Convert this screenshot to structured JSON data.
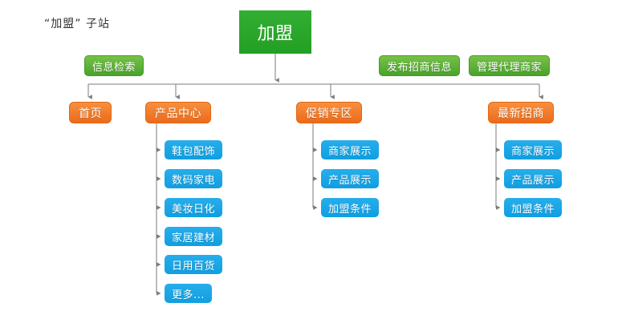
{
  "page": {
    "title": "“加盟” 子站",
    "background_color": "#ffffff"
  },
  "colors": {
    "root_green": "#2ca72c",
    "label_green": "#5fb238",
    "node_orange": "#f07a28",
    "leaf_blue": "#1aa5e5",
    "connector_gray": "#808080",
    "title_text": "#333333"
  },
  "diagram": {
    "type": "tree",
    "root": {
      "label": "加盟",
      "shape": "rectangle",
      "color": "#2ca72c"
    },
    "side_labels": [
      {
        "label": "信息检索",
        "color": "#5fb238"
      },
      {
        "label": "发布招商信息",
        "color": "#5fb238"
      },
      {
        "label": "管理代理商家",
        "color": "#5fb238"
      }
    ],
    "branches": [
      {
        "label": "首页",
        "color": "#f07a28",
        "children": []
      },
      {
        "label": "产品中心",
        "color": "#f07a28",
        "children": [
          {
            "label": "鞋包配饰",
            "color": "#1aa5e5"
          },
          {
            "label": "数码家电",
            "color": "#1aa5e5"
          },
          {
            "label": "美妆日化",
            "color": "#1aa5e5"
          },
          {
            "label": "家居建材",
            "color": "#1aa5e5"
          },
          {
            "label": "日用百货",
            "color": "#1aa5e5"
          },
          {
            "label": "更多...",
            "color": "#1aa5e5"
          }
        ]
      },
      {
        "label": "促销专区",
        "color": "#f07a28",
        "children": [
          {
            "label": "商家展示",
            "color": "#1aa5e5"
          },
          {
            "label": "产品展示",
            "color": "#1aa5e5"
          },
          {
            "label": "加盟条件",
            "color": "#1aa5e5"
          }
        ]
      },
      {
        "label": "最新招商",
        "color": "#f07a28",
        "children": [
          {
            "label": "商家展示",
            "color": "#1aa5e5"
          },
          {
            "label": "产品展示",
            "color": "#1aa5e5"
          },
          {
            "label": "加盟条件",
            "color": "#1aa5e5"
          }
        ]
      }
    ]
  }
}
